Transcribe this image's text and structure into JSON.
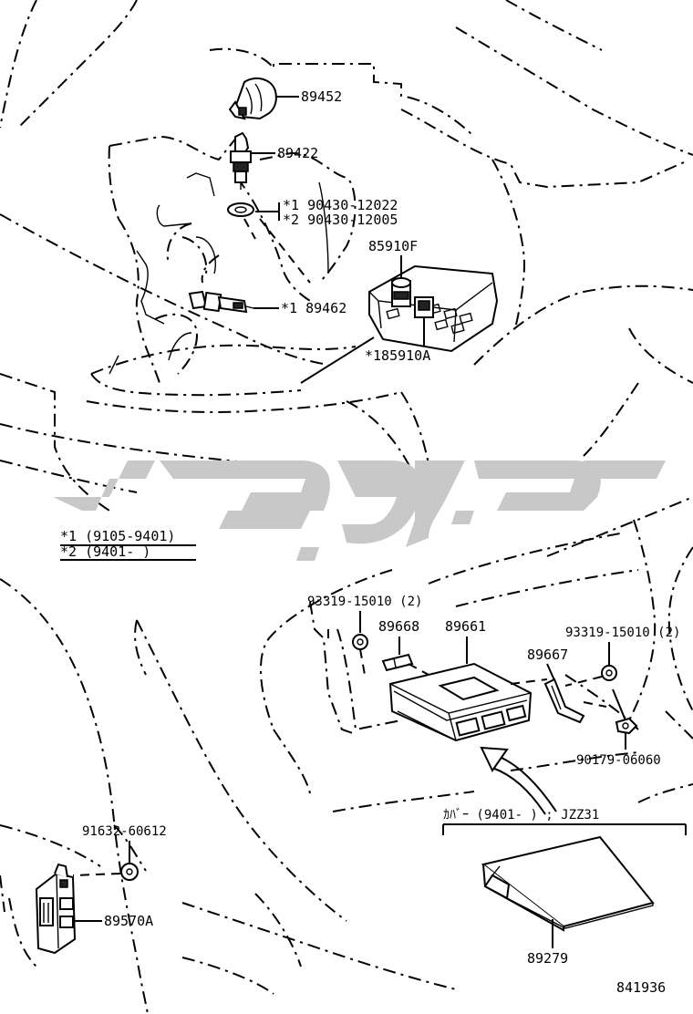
{
  "labels": {
    "p89452": "89452",
    "p89422": "89422",
    "n1_90430": "*1  90430-12022",
    "n2_90430": "*2  90430-12005",
    "p85910F": "85910F",
    "p89462": "*1 89462",
    "p185910A": "*185910A",
    "note1": "*1  (9105-9401)",
    "note2": "*2  (9401-      )",
    "b93319_left": "93319-15010 (2)",
    "p89668": "89668",
    "p89661": "89661",
    "b93319_right": "93319-15010 (2)",
    "p89667": "89667",
    "n90179": "90179-06060",
    "b91632": "91632-60612",
    "p89570A": "89570A",
    "cover_note": "ｶﾊﾞｰ  (9401-       ) ; JZZ31",
    "p89279": "89279",
    "diagram_id": "841936"
  },
  "colors": {
    "line": "#000000",
    "watermark": "#c8c8c8",
    "background": "#ffffff"
  }
}
